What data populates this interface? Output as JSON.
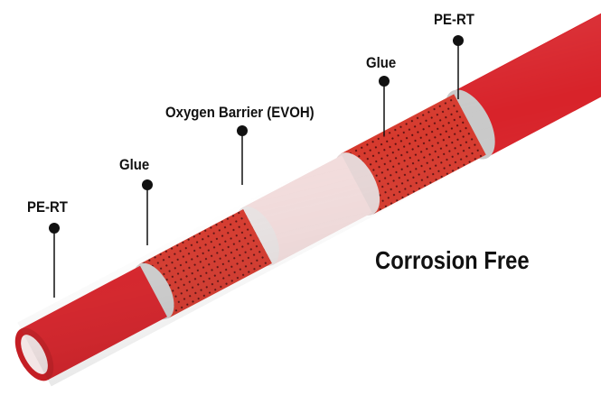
{
  "labels": {
    "pe_rt_inner": "PE-RT",
    "glue_inner": "Glue",
    "oxygen_barrier": "Oxygen Barrier (EVOH)",
    "glue_outer": "Glue",
    "pe_rt_outer": "PE-RT"
  },
  "tagline": "Corrosion Free",
  "colors": {
    "pipe_red": "#d8232a",
    "glue_red": "#d63a2e",
    "evoh": "#f3dcdc",
    "pointer": "#111111"
  }
}
